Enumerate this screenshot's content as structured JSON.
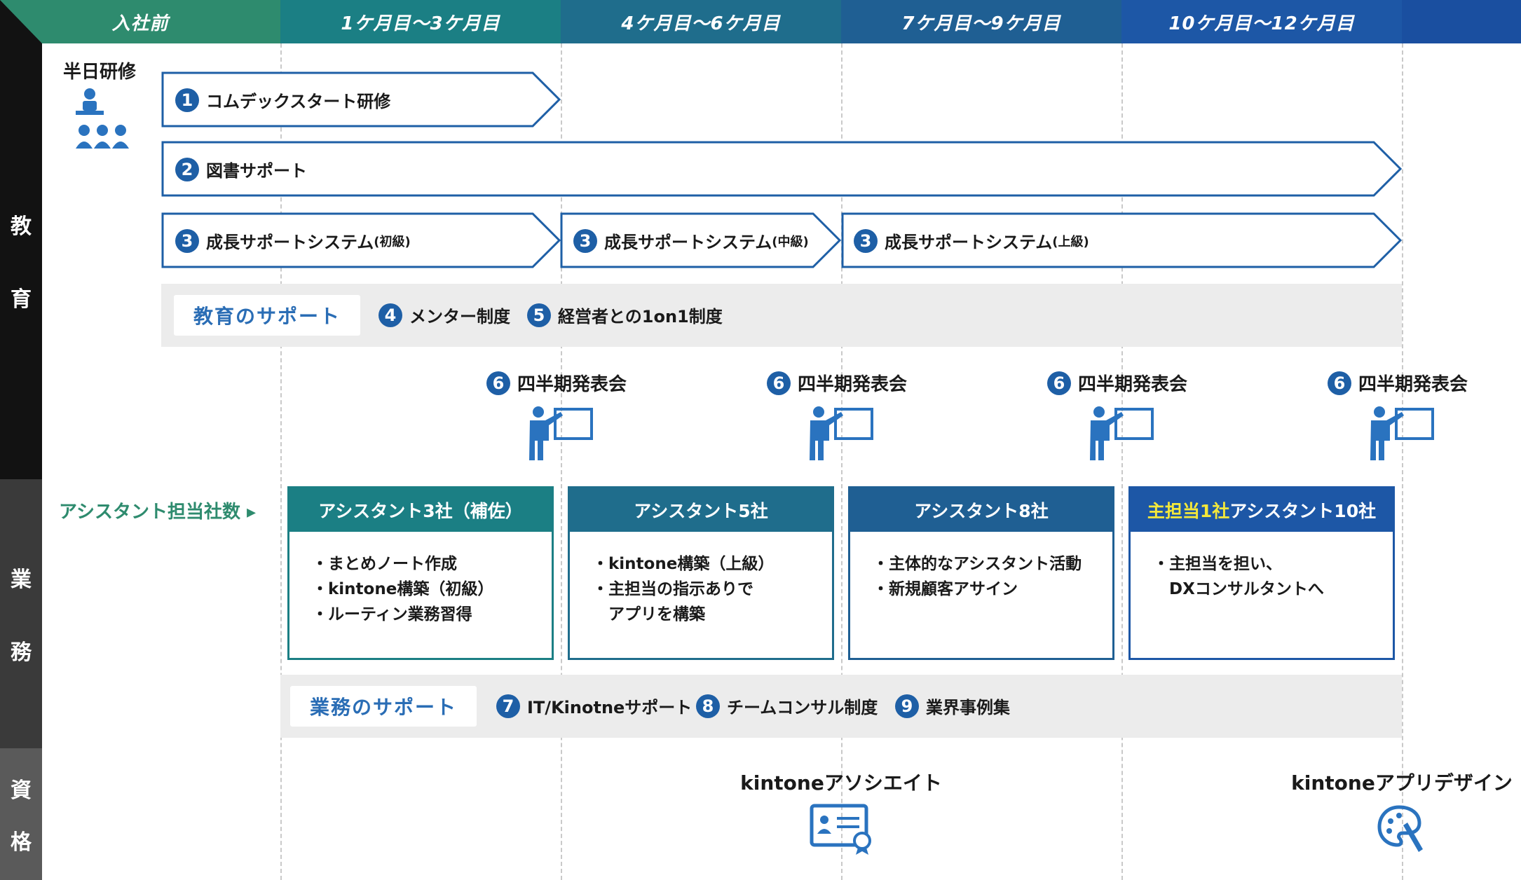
{
  "header": {
    "columns": [
      {
        "label": "入社前",
        "color": "#2e8b6e"
      },
      {
        "label": "1ケ月目〜3ケ月目",
        "color": "#1b7f84"
      },
      {
        "label": "4ケ月目〜6ケ月目",
        "color": "#1f6d8c"
      },
      {
        "label": "7ケ月目〜9ケ月目",
        "color": "#1f5f93"
      },
      {
        "label": "10ケ月目〜12ケ月目",
        "color": "#1d57a6"
      }
    ],
    "tail_color": "#1a4fa0"
  },
  "sections": {
    "education": {
      "c1": "教",
      "c2": "育"
    },
    "business": {
      "c1": "業",
      "c2": "務"
    },
    "qualification": {
      "c1": "資",
      "c2": "格"
    }
  },
  "half_day": {
    "label": "半日研修"
  },
  "programs": [
    {
      "num": "1",
      "label": "コムデックスタート研修",
      "suffix": ""
    },
    {
      "num": "2",
      "label": "図書サポート",
      "suffix": ""
    },
    {
      "num": "3",
      "label": "成長サポートシステム",
      "suffix": "(初級)"
    },
    {
      "num": "3",
      "label": "成長サポートシステム",
      "suffix": "(中級)"
    },
    {
      "num": "3",
      "label": "成長サポートシステム",
      "suffix": "(上級)"
    }
  ],
  "edu_support": {
    "pill": "教育のサポート",
    "items": [
      {
        "num": "4",
        "label": "メンター制度"
      },
      {
        "num": "5",
        "label": "経営者との1on1制度"
      }
    ]
  },
  "quarterly": [
    {
      "num": "6",
      "label": "四半期発表会"
    },
    {
      "num": "6",
      "label": "四半期発表会"
    },
    {
      "num": "6",
      "label": "四半期発表会"
    },
    {
      "num": "6",
      "label": "四半期発表会"
    }
  ],
  "assistant_label": "アシスタント担当社数 ▸",
  "cards": [
    {
      "head_pre": "",
      "head": "アシスタント3社（補佐）",
      "color": "#1b7f84",
      "lines": [
        "・まとめノート作成",
        "・kintone構築（初級）",
        "・ルーティン業務習得"
      ]
    },
    {
      "head_pre": "",
      "head": "アシスタント5社",
      "color": "#1f6d8c",
      "lines": [
        "・kintone構築（上級）",
        "・主担当の指示ありで",
        "　アプリを構築"
      ]
    },
    {
      "head_pre": "",
      "head": "アシスタント8社",
      "color": "#1f5f93",
      "lines": [
        "・主体的なアシスタント活動",
        "・新規顧客アサイン"
      ]
    },
    {
      "head_pre": "主担当1社",
      "head": " アシスタント10社",
      "color": "#1d57a6",
      "lines": [
        "・主担当を担い、",
        "　DXコンサルタントへ"
      ]
    }
  ],
  "biz_support": {
    "pill": "業務のサポート",
    "items": [
      {
        "num": "7",
        "label": "IT/Kinotneサポート"
      },
      {
        "num": "8",
        "label": "チームコンサル制度"
      },
      {
        "num": "9",
        "label": "業界事例集"
      }
    ]
  },
  "certs": [
    {
      "label": "kintoneアソシエイト",
      "icon": "certificate-icon"
    },
    {
      "label": "kintoneアプリデザイン",
      "icon": "palette-icon"
    }
  ]
}
